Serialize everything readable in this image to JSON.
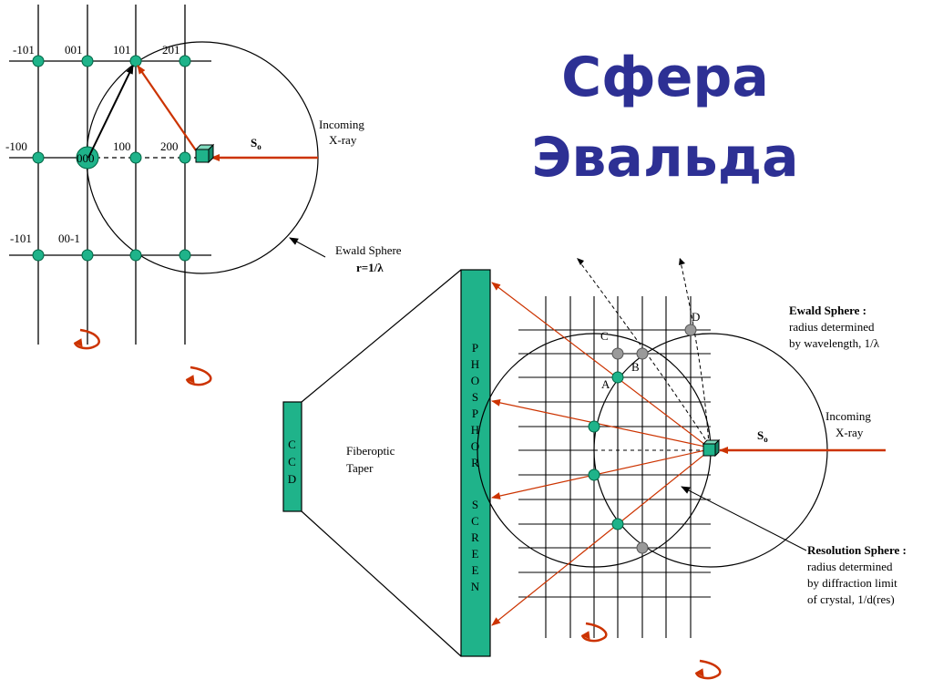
{
  "slide": {
    "title_line1": "Сфера",
    "title_line2": "Эвальда"
  },
  "colors": {
    "title": "#2d3094",
    "node_green": "#1fb38a",
    "node_gray": "#9a9a9a",
    "beam_red": "#cc3300",
    "screen_green": "#1fb38a"
  },
  "top_diagram": {
    "lattice_labels": {
      "r1c1": "-101",
      "r1c2": "001",
      "r1c3": "101",
      "r1c4": "201",
      "r2c1": "-100",
      "r2c2": "000",
      "r2c3": "100",
      "r2c4": "200",
      "r3c1": "-101",
      "r3c2": "00-1"
    },
    "incoming_line1": "Incoming",
    "incoming_line2": "X-ray",
    "beam_label": "S",
    "beam_sub": "o",
    "sphere_label": "Ewald Sphere",
    "radius_label": "r=1/λ"
  },
  "bottom_diagram": {
    "ccd_letters": [
      "C",
      "C",
      "D"
    ],
    "phosphor_letters": [
      "P",
      "H",
      "O",
      "S",
      "P",
      "H",
      "O",
      "R",
      "",
      "S",
      "C",
      "R",
      "E",
      "E",
      "N"
    ],
    "fiberoptic_line1": "Fiberoptic",
    "fiberoptic_line2": "Taper",
    "point_labels": {
      "A": "A",
      "B": "B",
      "C": "C",
      "D": "D"
    },
    "ewald_title": "Ewald Sphere :",
    "ewald_line1": "radius determined",
    "ewald_line2": "by wavelength, 1/λ",
    "incoming_line1": "Incoming",
    "incoming_line2": "X-ray",
    "beam_label": "S",
    "beam_sub": "o",
    "resolution_title": "Resolution Sphere :",
    "resolution_line1": "radius determined",
    "resolution_line2": "by diffraction limit",
    "resolution_line3": "of crystal, 1/d(res)"
  }
}
